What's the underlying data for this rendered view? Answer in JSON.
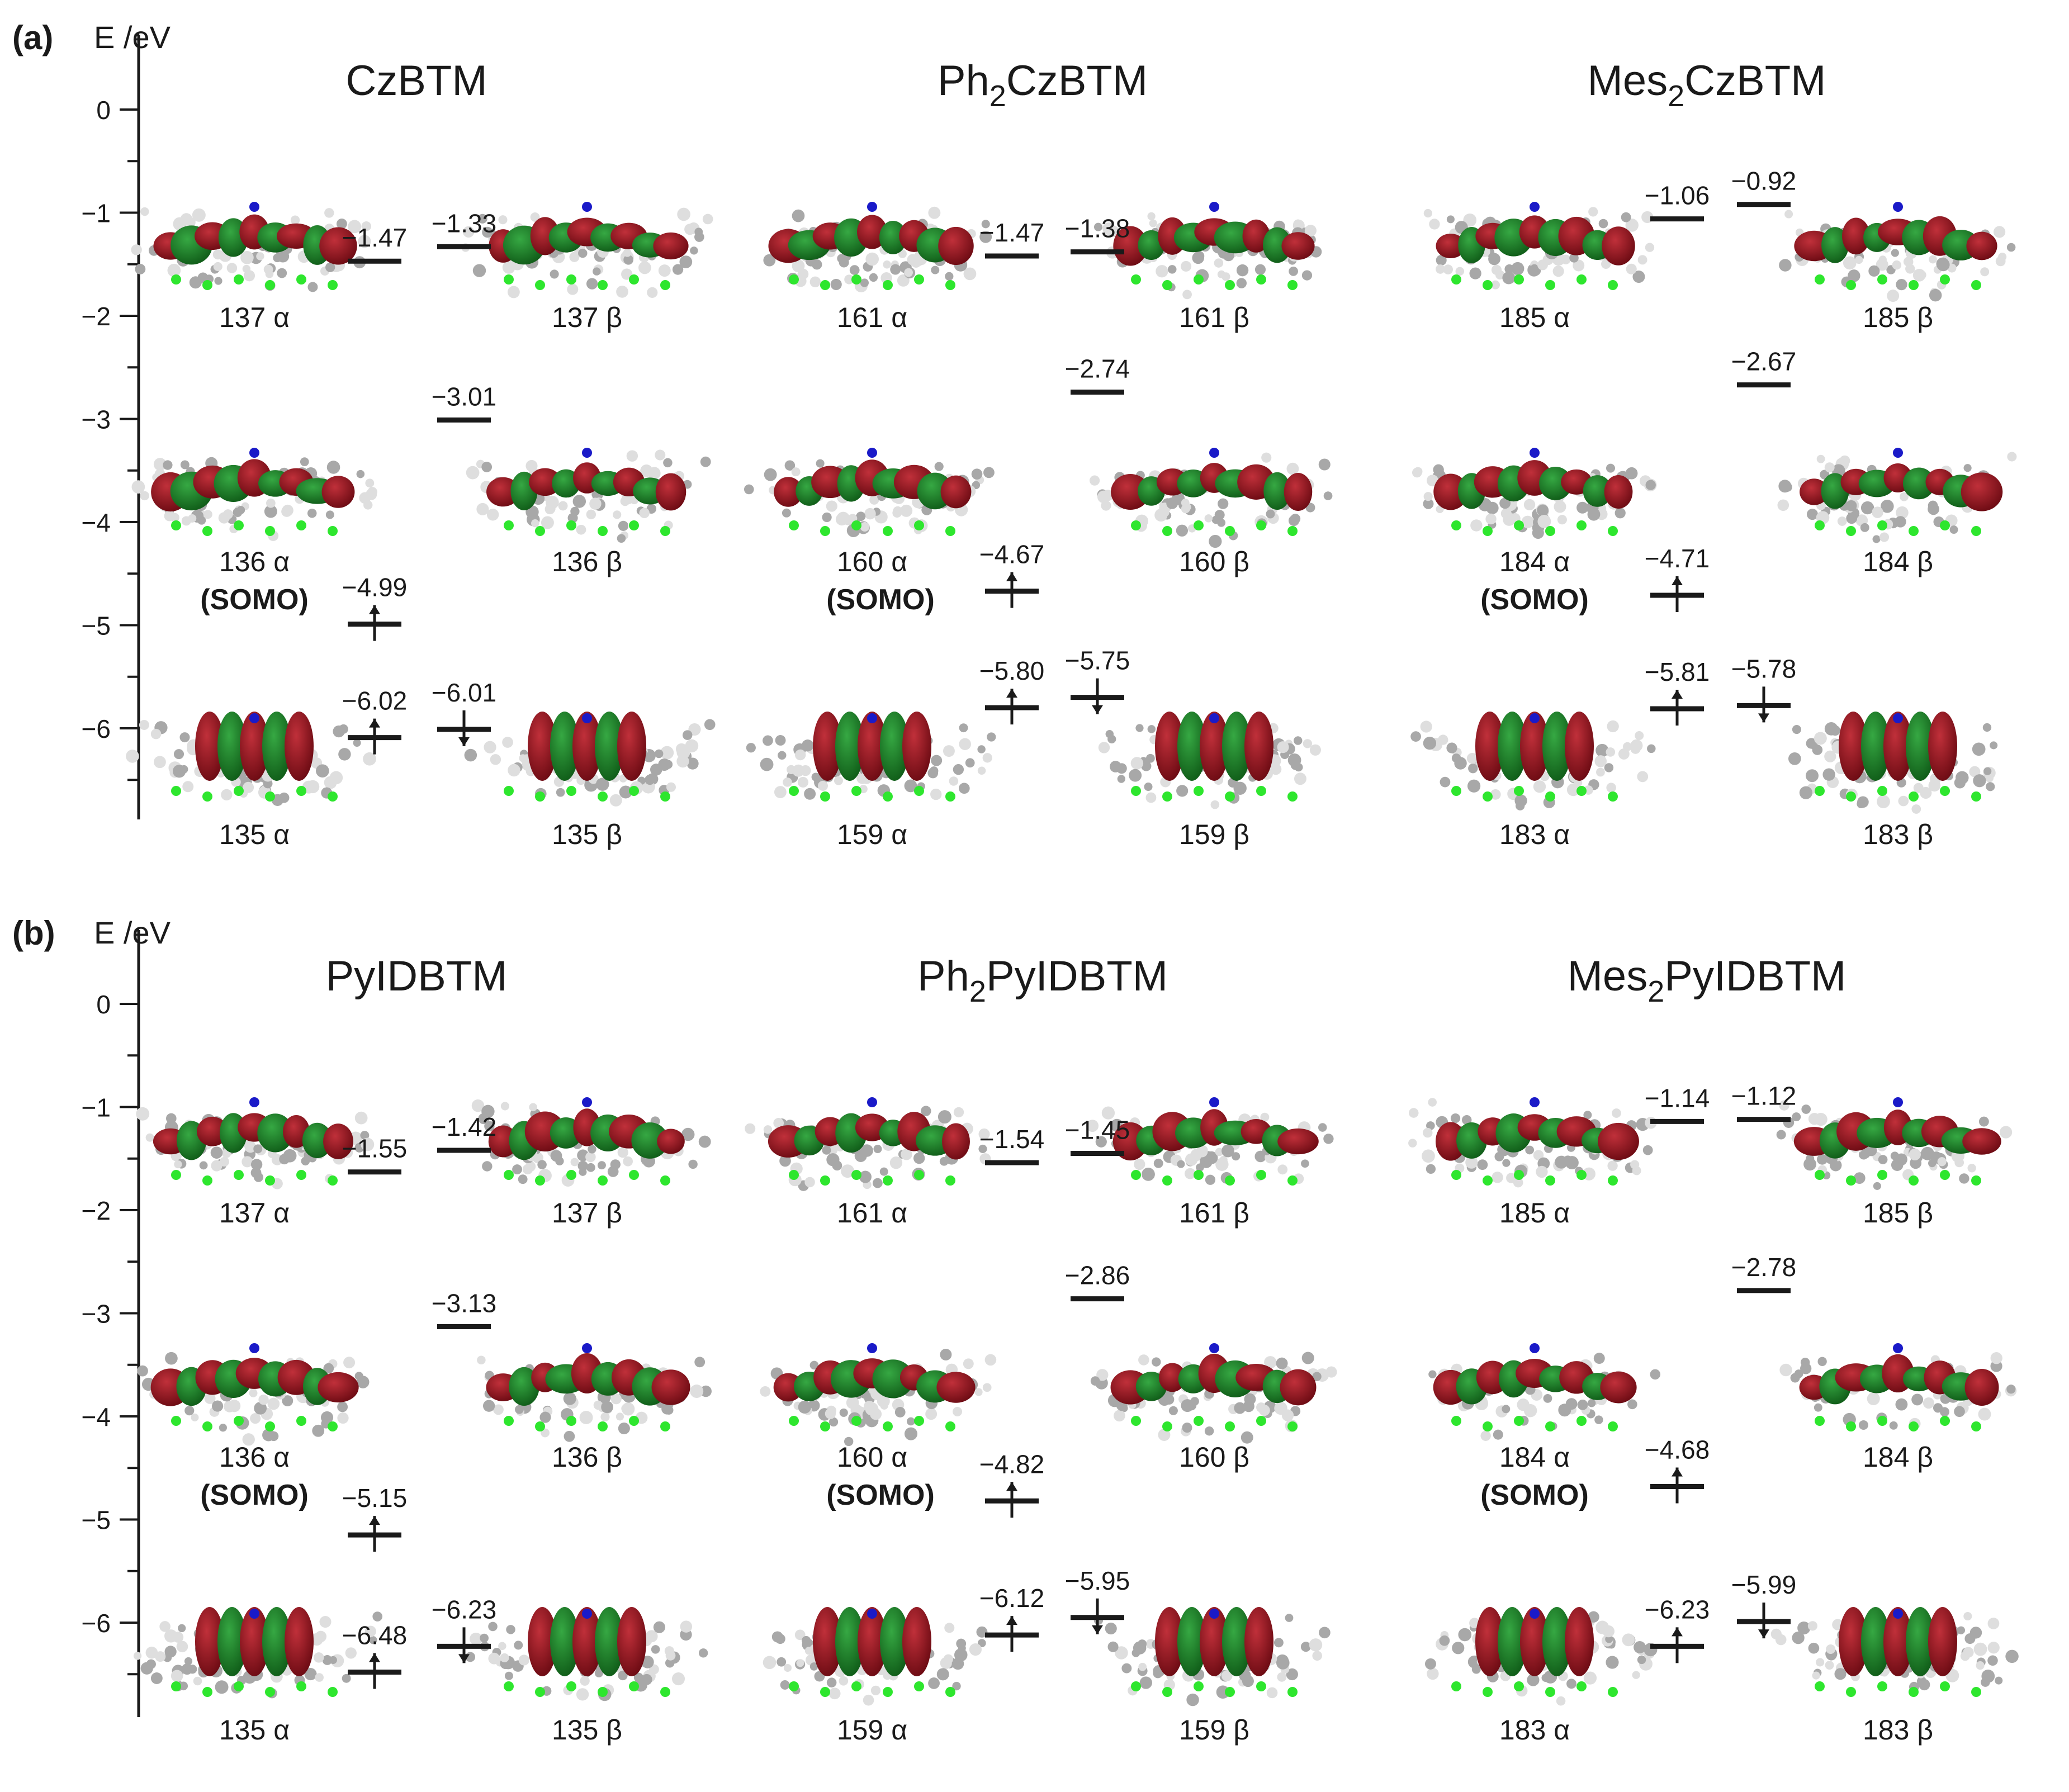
{
  "panels": [
    {
      "label": "(a)",
      "axis_label": "E /eV",
      "ticks": [
        "0",
        "−1",
        "−2",
        "−3",
        "−4",
        "−5",
        "−6"
      ],
      "molecules": [
        {
          "name": [
            "CzBTM",
            "",
            ""
          ],
          "levels": [
            {
              "mo": "137 α",
              "energy": "−1.47",
              "value": -1.47,
              "spin": "none"
            },
            {
              "mo": "137 β",
              "energy": "−1.33",
              "value": -1.33,
              "spin": "none"
            },
            {
              "mo": "136 β",
              "energy": "−3.01",
              "value": -3.01,
              "spin": "none"
            },
            {
              "mo": "136 α",
              "energy": "−4.99",
              "value": -4.99,
              "spin": "up"
            },
            {
              "mo": "135 α",
              "energy": "−6.02",
              "value": -6.09,
              "spin": "up"
            },
            {
              "mo": "135 β",
              "energy": "−6.01",
              "value": -6.01,
              "spin": "down"
            }
          ],
          "orbital_labels": [
            "137 α",
            "137 β",
            "136 α",
            "136 β",
            "135 α",
            "135 β"
          ],
          "somo": "(SOMO)"
        },
        {
          "name": [
            "Ph",
            "2",
            "CzBTM"
          ],
          "levels": [
            {
              "mo": "161 α",
              "energy": "−1.47",
              "value": -1.42,
              "spin": "none"
            },
            {
              "mo": "161 β",
              "energy": "−1.38",
              "value": -1.38,
              "spin": "none"
            },
            {
              "mo": "160 β",
              "energy": "−2.74",
              "value": -2.74,
              "spin": "none"
            },
            {
              "mo": "160 α",
              "energy": "−4.67",
              "value": -4.67,
              "spin": "up"
            },
            {
              "mo": "159 α",
              "energy": "−5.80",
              "value": -5.8,
              "spin": "up"
            },
            {
              "mo": "159 β",
              "energy": "−5.75",
              "value": -5.7,
              "spin": "down"
            }
          ],
          "orbital_labels": [
            "161 α",
            "161 β",
            "160 α",
            "160 β",
            "159 α",
            "159 β"
          ],
          "somo": "(SOMO)"
        },
        {
          "name": [
            "Mes",
            "2",
            "CzBTM"
          ],
          "levels": [
            {
              "mo": "185 α",
              "energy": "−1.06",
              "value": -1.06,
              "spin": "none"
            },
            {
              "mo": "185 β",
              "energy": "−0.92",
              "value": -0.92,
              "spin": "none"
            },
            {
              "mo": "184 β",
              "energy": "−2.67",
              "value": -2.67,
              "spin": "none"
            },
            {
              "mo": "184 α",
              "energy": "−4.71",
              "value": -4.71,
              "spin": "up"
            },
            {
              "mo": "183 α",
              "energy": "−5.81",
              "value": -5.81,
              "spin": "up"
            },
            {
              "mo": "183 β",
              "energy": "−5.78",
              "value": -5.78,
              "spin": "down"
            }
          ],
          "orbital_labels": [
            "185 α",
            "185 β",
            "184 α",
            "184 β",
            "183 α",
            "183 β"
          ],
          "somo": "(SOMO)"
        }
      ]
    },
    {
      "label": "(b)",
      "axis_label": "E /eV",
      "ticks": [
        "0",
        "−1",
        "−2",
        "−3",
        "−4",
        "−5",
        "−6"
      ],
      "molecules": [
        {
          "name": [
            "PyIDBTM",
            "",
            ""
          ],
          "levels": [
            {
              "mo": "137 α",
              "energy": "−1.55",
              "value": -1.63,
              "spin": "none"
            },
            {
              "mo": "137 β",
              "energy": "−1.42",
              "value": -1.42,
              "spin": "none"
            },
            {
              "mo": "136 β",
              "energy": "−3.13",
              "value": -3.13,
              "spin": "none"
            },
            {
              "mo": "136 α",
              "energy": "−5.15",
              "value": -5.15,
              "spin": "up"
            },
            {
              "mo": "135 α",
              "energy": "−6.48",
              "value": -6.48,
              "spin": "up"
            },
            {
              "mo": "135 β",
              "energy": "−6.23",
              "value": -6.23,
              "spin": "down"
            }
          ],
          "orbital_labels": [
            "137 α",
            "137 β",
            "136 α",
            "136 β",
            "135 α",
            "135 β"
          ],
          "somo": "(SOMO)"
        },
        {
          "name": [
            "Ph",
            "2",
            "PyIDBTM"
          ],
          "levels": [
            {
              "mo": "161 α",
              "energy": "−1.54",
              "value": -1.54,
              "spin": "none"
            },
            {
              "mo": "161 β",
              "energy": "−1.45",
              "value": -1.45,
              "spin": "none"
            },
            {
              "mo": "160 β",
              "energy": "−2.86",
              "value": -2.86,
              "spin": "none"
            },
            {
              "mo": "160 α",
              "energy": "−4.82",
              "value": -4.82,
              "spin": "up"
            },
            {
              "mo": "159 α",
              "energy": "−6.12",
              "value": -6.12,
              "spin": "up"
            },
            {
              "mo": "159 β",
              "energy": "−5.95",
              "value": -5.95,
              "spin": "down"
            }
          ],
          "orbital_labels": [
            "161 α",
            "161 β",
            "160 α",
            "160 β",
            "159 α",
            "159 β"
          ],
          "somo": "(SOMO)"
        },
        {
          "name": [
            "Mes",
            "2",
            "PyIDBTM"
          ],
          "levels": [
            {
              "mo": "185 α",
              "energy": "−1.14",
              "value": -1.14,
              "spin": "none"
            },
            {
              "mo": "185 β",
              "energy": "−1.12",
              "value": -1.12,
              "spin": "none"
            },
            {
              "mo": "184 β",
              "energy": "−2.78",
              "value": -2.78,
              "spin": "none"
            },
            {
              "mo": "184 α",
              "energy": "−4.68",
              "value": -4.68,
              "spin": "up"
            },
            {
              "mo": "183 α",
              "energy": "−6.23",
              "value": -6.23,
              "spin": "up"
            },
            {
              "mo": "183 β",
              "energy": "−5.99",
              "value": -5.99,
              "spin": "down"
            }
          ],
          "orbital_labels": [
            "185 α",
            "185 β",
            "184 α",
            "184 β",
            "183 α",
            "183 β"
          ],
          "somo": "(SOMO)"
        }
      ]
    }
  ],
  "colors": {
    "text": "#1a1a1a",
    "somo": "#e8141e",
    "lobe_red": "#8f0f18",
    "lobe_green": "#1b7d25",
    "chlorine": "#2ee62e",
    "nitrogen": "#1a1ac8",
    "carbon": "#a8a8a8",
    "hydrogen": "#dedede"
  }
}
